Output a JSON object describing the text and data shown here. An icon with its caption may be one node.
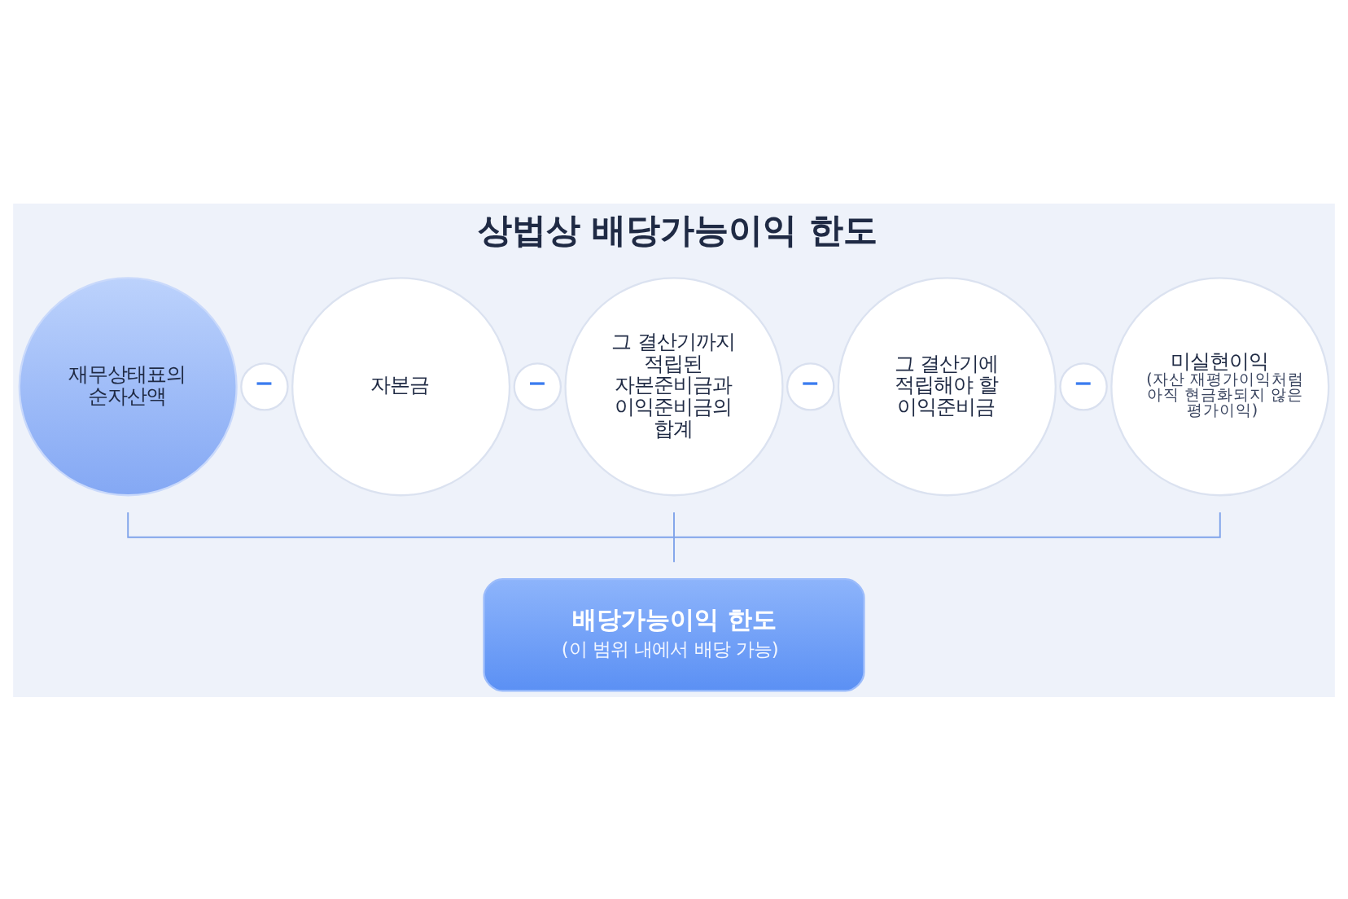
{
  "diagram": {
    "title": "상법상 배당가능이익 한도",
    "nodes": [
      {
        "text": [
          "재무상태표의 순자산액"
        ]
      },
      {
        "text": [
          "−"
        ]
      },
      {
        "text": [
          "자본금"
        ]
      },
      {
        "text": [
          "−"
        ]
      },
      {
        "text": [
          "그 결산기까지 적립된 자본준비금과 이익준비금의 합계"
        ]
      },
      {
        "text": [
          "−"
        ]
      },
      {
        "text": [
          "그 결산기에 적립해야 할 이익준비금"
        ]
      },
      {
        "text": [
          "−"
        ]
      },
      {
        "text": [
          "미실현이익",
          "(자산 재평가이익처럼 아직 현금화되지 않은 평가이익)"
        ]
      },
      {
        "text": [
          "배당가능이익 한도",
          "(이 범위 내에서 배당 가능)"
        ]
      }
    ]
  }
}
